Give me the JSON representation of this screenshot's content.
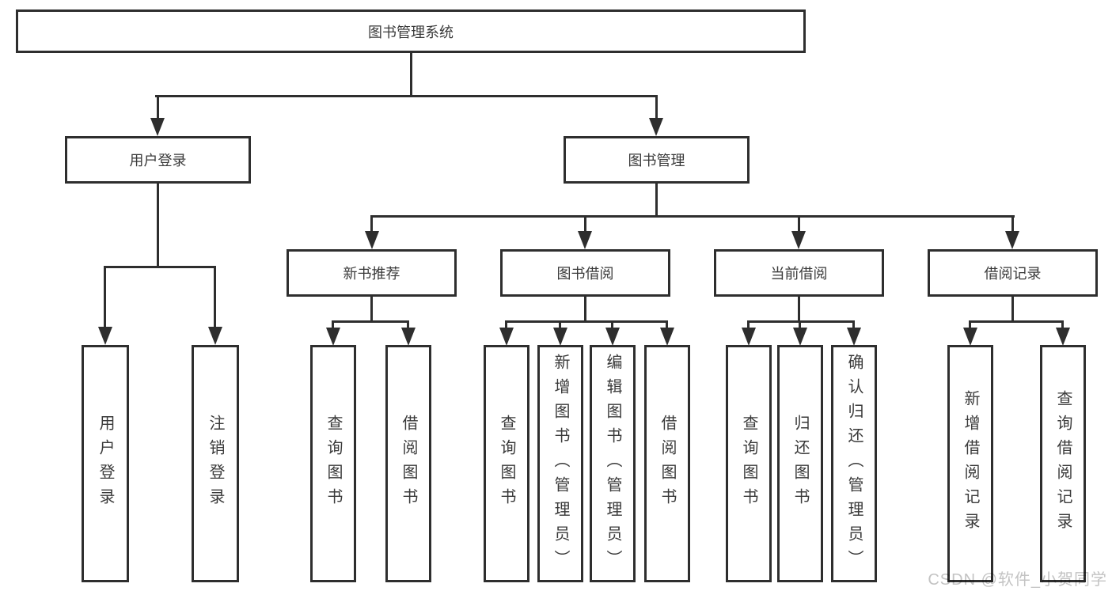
{
  "diagram": {
    "root_label": "图书管理系统",
    "level2": [
      {
        "label": "用户登录"
      },
      {
        "label": "图书管理"
      }
    ],
    "level3": [
      {
        "label": "新书推荐",
        "parent": "图书管理"
      },
      {
        "label": "图书借阅",
        "parent": "图书管理"
      },
      {
        "label": "当前借阅",
        "parent": "图书管理"
      },
      {
        "label": "借阅记录",
        "parent": "图书管理"
      }
    ],
    "leaves": [
      {
        "label": "用户登录",
        "parent": "用户登录"
      },
      {
        "label": "注销登录",
        "parent": "用户登录"
      },
      {
        "label": "查询图书",
        "parent": "新书推荐"
      },
      {
        "label": "借阅图书",
        "parent": "新书推荐"
      },
      {
        "label": "查询图书",
        "parent": "图书借阅"
      },
      {
        "label": "新增图书（管理员）",
        "parent": "图书借阅"
      },
      {
        "label": "编辑图书（管理员）",
        "parent": "图书借阅"
      },
      {
        "label": "借阅图书",
        "parent": "图书借阅"
      },
      {
        "label": "查询图书",
        "parent": "当前借阅"
      },
      {
        "label": "归还图书",
        "parent": "当前借阅"
      },
      {
        "label": "确认归还（管理员）",
        "parent": "当前借阅"
      },
      {
        "label": "新增借阅记录",
        "parent": "借阅记录"
      },
      {
        "label": "查询借阅记录",
        "parent": "借阅记录"
      }
    ]
  },
  "watermark": {
    "text": "CSDN @软件_小贺同学"
  },
  "colors": {
    "line": "#2e2e2e",
    "text": "#3a3a3a",
    "watermark": "#c3c3c3",
    "background": "#ffffff"
  }
}
